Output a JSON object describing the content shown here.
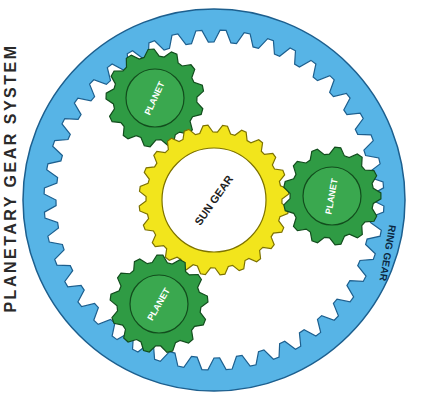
{
  "diagram": {
    "title": "PLANETARY GEAR SYSTEM",
    "nodes": [
      {
        "text": [
          "RING GEAR"
        ]
      },
      {
        "text": [
          "PLANET"
        ],
        "in": 0
      },
      {
        "text": [
          "SUN GEAR"
        ],
        "in": 0
      },
      {
        "text": [
          "PLANET"
        ],
        "in": 0
      },
      {
        "text": [
          "PLANET"
        ],
        "in": 0
      }
    ]
  }
}
